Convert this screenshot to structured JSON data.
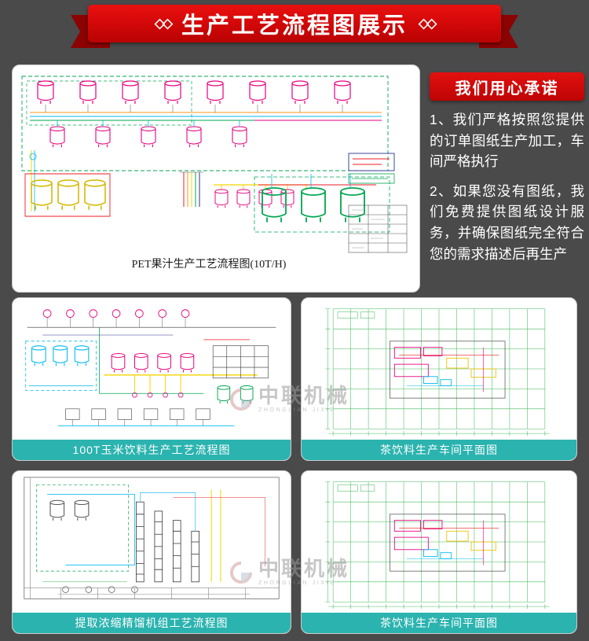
{
  "banner": {
    "ornament": "◇◇",
    "title": "生产工艺流程图展示"
  },
  "promise": {
    "badge": "我们用心承诺",
    "para1": "1、我们严格按照您提供的订单图纸生产加工，车间严格执行",
    "para2": "2、如果您没有图纸，我们免费提供图纸设计服务，并确保图纸完全符合您的需求描述后再生产"
  },
  "panels": {
    "main": {
      "caption": "PET果汁生产工艺流程图(10T/H)"
    },
    "mid_left": {
      "caption": "100T玉米饮料生产工艺流程图"
    },
    "mid_right": {
      "caption": "茶饮料生产车间平面图"
    },
    "bottom_left": {
      "caption": "提取浓缩精馏机组工艺流程图"
    },
    "bottom_right": {
      "caption": "茶饮料生产车间平面图"
    }
  },
  "watermark": {
    "text": "中联机械",
    "subtext": "ZHONGLIAN JIXIE"
  },
  "colors": {
    "accent_red": "#cf0a0a",
    "caption_teal": "#2bb3af",
    "background": "#4a4a4a"
  }
}
